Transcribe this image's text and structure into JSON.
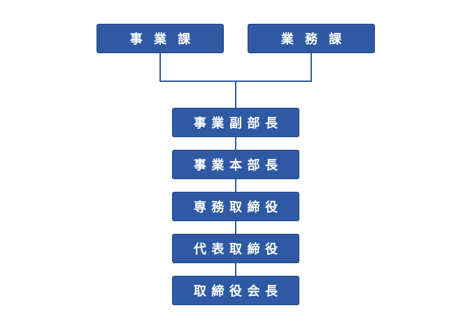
{
  "chart": {
    "top_nodes": [
      {
        "label": "事業課"
      },
      {
        "label": "業務課"
      }
    ],
    "stack_nodes": [
      {
        "label": "事業副部長"
      },
      {
        "label": "事業本部長"
      },
      {
        "label": "専務取締役"
      },
      {
        "label": "代表取締役"
      },
      {
        "label": "取締役会長"
      }
    ]
  },
  "colors": {
    "node_fill": "#2f5aa3",
    "node_border": "#1f447f",
    "node_text": "#ffffff",
    "connector": "#2f5aa3"
  }
}
